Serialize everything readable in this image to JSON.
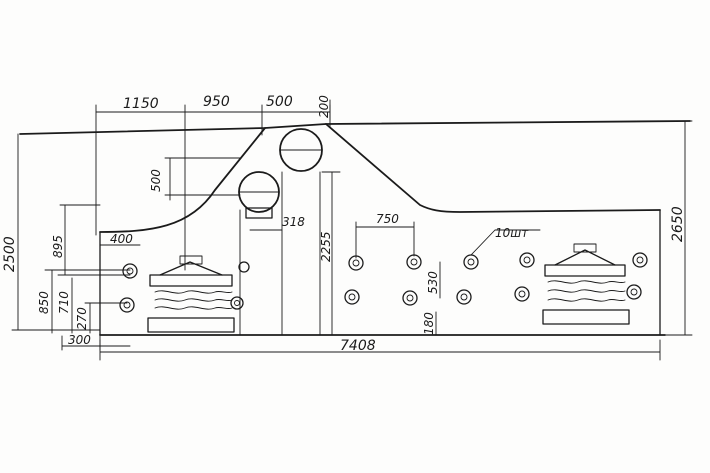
{
  "drawing": {
    "dimensions": {
      "d1150": "1150",
      "d950": "950",
      "d500_top": "500",
      "d200": "200",
      "d500_left": "500",
      "d318": "318",
      "d2255": "2255",
      "d750": "750",
      "d530": "530",
      "d180": "180",
      "d2650": "2650",
      "d2500": "2500",
      "d895": "895",
      "d400": "400",
      "d850": "850",
      "d710": "710",
      "d270": "270",
      "d300": "300",
      "d7408": "7408"
    },
    "annotation": "10шт"
  }
}
